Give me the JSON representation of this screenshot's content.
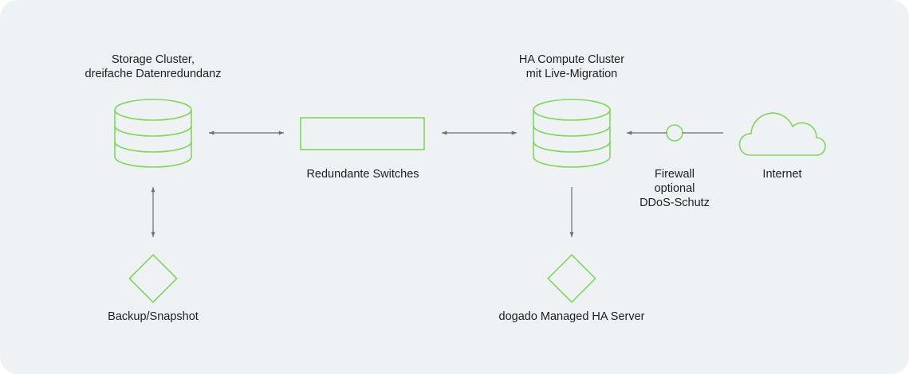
{
  "nodes": {
    "storage_cluster": {
      "label_line1": "Storage Cluster,",
      "label_line2": "dreifache Datenredundanz",
      "icon": "database-icon"
    },
    "switches": {
      "label": "Redundante Switches",
      "icon": "switch-box"
    },
    "compute_cluster": {
      "label_line1": "HA Compute Cluster",
      "label_line2": "mit Live-Migration",
      "icon": "database-icon"
    },
    "firewall": {
      "label_line1": "Firewall",
      "label_line2": "optional",
      "label_line3": "DDoS-Schutz",
      "icon": "circle-node-icon"
    },
    "internet": {
      "label": "Internet",
      "icon": "cloud-icon"
    },
    "backup": {
      "label": "Backup/Snapshot",
      "icon": "diamond-icon"
    },
    "managed_server": {
      "label": "dogado Managed HA Server",
      "icon": "diamond-icon"
    }
  },
  "edges": [
    {
      "from": "storage_cluster",
      "to": "switches",
      "direction": "both"
    },
    {
      "from": "switches",
      "to": "compute_cluster",
      "direction": "both"
    },
    {
      "from": "internet",
      "to": "compute_cluster",
      "via": "firewall",
      "direction": "forward"
    },
    {
      "from": "storage_cluster",
      "to": "backup",
      "direction": "both"
    },
    {
      "from": "compute_cluster",
      "to": "managed_server",
      "direction": "forward"
    }
  ],
  "colors": {
    "background": "#eff2f5",
    "accent": "#7ed957",
    "connector": "#6b6f75",
    "text": "#1c1f24"
  }
}
